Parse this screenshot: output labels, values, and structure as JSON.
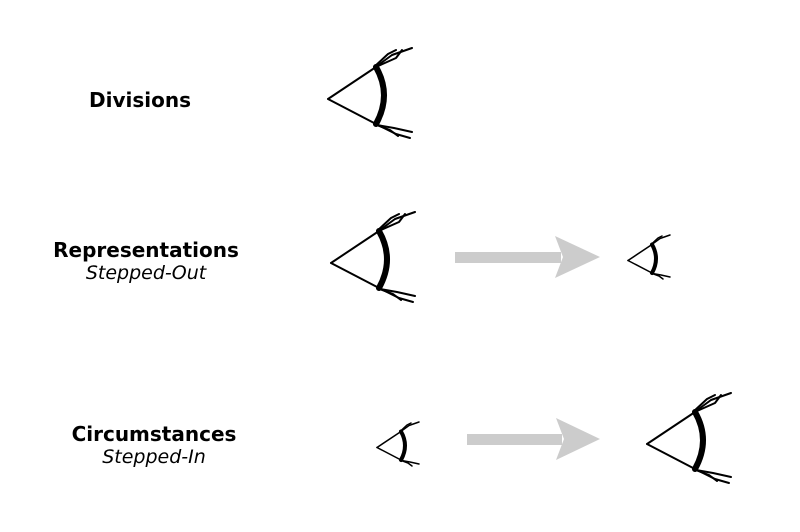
{
  "rows": [
    {
      "title": "Divisions",
      "subtitle": ""
    },
    {
      "title": "Representations",
      "subtitle": "Stepped-Out"
    },
    {
      "title": "Circumstances",
      "subtitle": "Stepped-In"
    }
  ],
  "icons": {
    "eye": "eye-icon",
    "arrow": "arrow-right-icon"
  },
  "colors": {
    "eye_stroke": "#000000",
    "arrow_fill": "#cccccc"
  }
}
